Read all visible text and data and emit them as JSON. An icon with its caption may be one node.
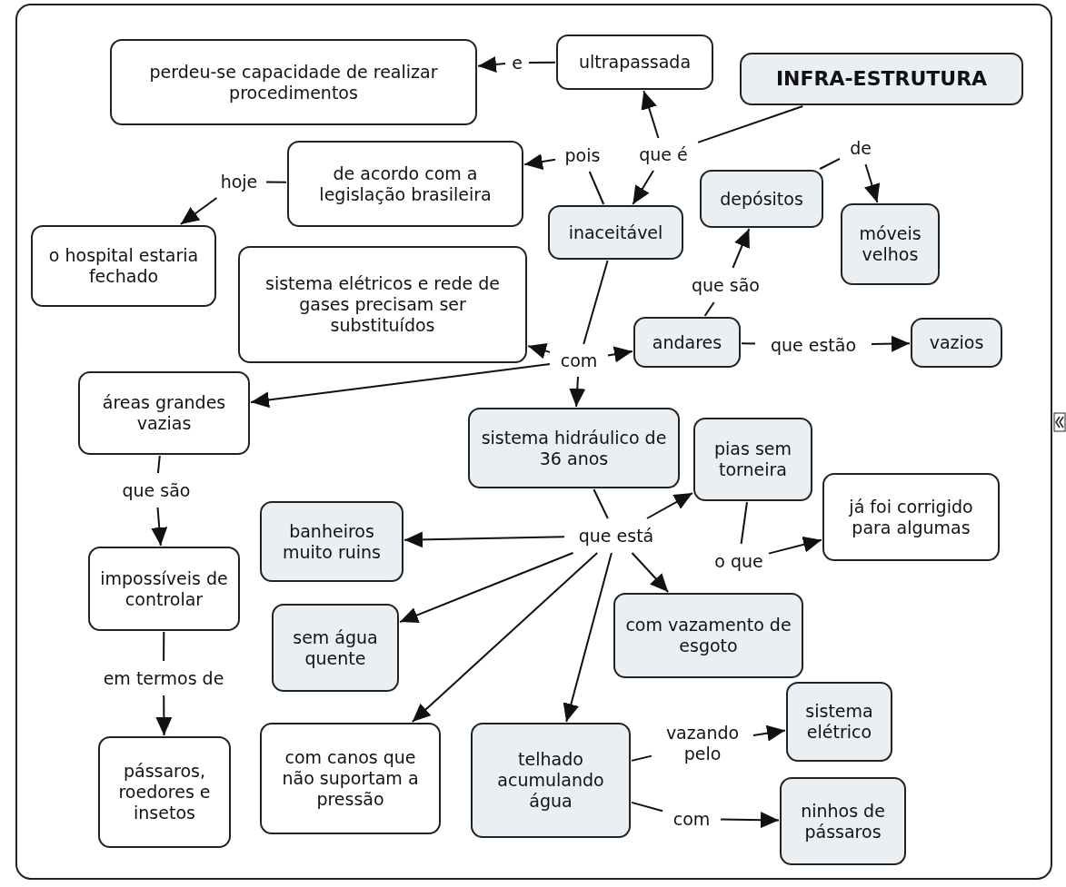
{
  "diagram": {
    "nodes": [
      {
        "text": [
          "INFRA-ESTRUTURA"
        ]
      },
      {
        "text": [
          "que é"
        ]
      },
      {
        "text": [
          "ultrapassada"
        ]
      },
      {
        "text": [
          "e"
        ]
      },
      {
        "text": [
          "perdeu-se capacidade de realizar procedimentos"
        ]
      },
      {
        "text": [
          "inaceitável"
        ]
      },
      {
        "text": [
          "pois"
        ]
      },
      {
        "text": [
          "de acordo com a legislação brasileira"
        ]
      },
      {
        "text": [
          "hoje"
        ]
      },
      {
        "text": [
          "o hospital estaria fechado"
        ]
      },
      {
        "text": [
          "depósitos"
        ]
      },
      {
        "text": [
          "de"
        ]
      },
      {
        "text": [
          "móveis velhos"
        ]
      },
      {
        "text": [
          "que são"
        ]
      },
      {
        "text": [
          "andares"
        ]
      },
      {
        "text": [
          "que estão"
        ]
      },
      {
        "text": [
          "vazios"
        ]
      },
      {
        "text": [
          "com"
        ]
      },
      {
        "text": [
          "sistema elétricos e rede de gases precisam ser substituídos"
        ]
      },
      {
        "text": [
          "áreas grandes vazias"
        ]
      },
      {
        "text": [
          "que são"
        ]
      },
      {
        "text": [
          "impossíveis de controlar"
        ]
      },
      {
        "text": [
          "em termos de"
        ]
      },
      {
        "text": [
          "pássaros, roedores e insetos"
        ]
      },
      {
        "text": [
          "sistema hidráulico de 36 anos"
        ]
      },
      {
        "text": [
          "que está"
        ]
      },
      {
        "text": [
          "pias sem torneira"
        ]
      },
      {
        "text": [
          "o que"
        ]
      },
      {
        "text": [
          "já foi corrigido para algumas"
        ]
      },
      {
        "text": [
          "banheiros muito ruins"
        ]
      },
      {
        "text": [
          "com vazamento de esgoto"
        ]
      },
      {
        "text": [
          "sem água quente"
        ]
      },
      {
        "text": [
          "com canos que não suportam a pressão"
        ]
      },
      {
        "text": [
          "telhado acumulando água"
        ]
      },
      {
        "text": [
          "vazando pelo"
        ]
      },
      {
        "text": [
          "sistema elétrico"
        ]
      },
      {
        "text": [
          "com"
        ]
      },
      {
        "text": [
          "ninhos de pássaros"
        ]
      }
    ],
    "edges": [
      {
        "from": 0,
        "to": 1,
        "arrow": "none"
      },
      {
        "from": 1,
        "to": 2,
        "arrow": "to"
      },
      {
        "from": 1,
        "to": 5,
        "arrow": "to"
      },
      {
        "from": 2,
        "to": 3,
        "arrow": "none"
      },
      {
        "from": 3,
        "to": 4,
        "arrow": "to"
      },
      {
        "from": 5,
        "to": 6,
        "arrow": "none"
      },
      {
        "from": 6,
        "to": 7,
        "arrow": "to"
      },
      {
        "from": 7,
        "to": 8,
        "arrow": "none"
      },
      {
        "from": 8,
        "to": 9,
        "arrow": "to"
      },
      {
        "from": 5,
        "to": 17,
        "arrow": "none"
      },
      {
        "from": 17,
        "to": 18,
        "arrow": "to"
      },
      {
        "from": 17,
        "to": 14,
        "arrow": "to"
      },
      {
        "from": 17,
        "to": 24,
        "arrow": "to"
      },
      {
        "from": 17,
        "to": 19,
        "arrow": "to"
      },
      {
        "from": 14,
        "to": 13,
        "arrow": "none"
      },
      {
        "from": 13,
        "to": 10,
        "arrow": "to"
      },
      {
        "from": 10,
        "to": 11,
        "arrow": "none"
      },
      {
        "from": 11,
        "to": 12,
        "arrow": "to"
      },
      {
        "from": 14,
        "to": 15,
        "arrow": "none"
      },
      {
        "from": 15,
        "to": 16,
        "arrow": "to"
      },
      {
        "from": 19,
        "to": 20,
        "arrow": "none"
      },
      {
        "from": 20,
        "to": 21,
        "arrow": "to"
      },
      {
        "from": 21,
        "to": 22,
        "arrow": "none"
      },
      {
        "from": 22,
        "to": 23,
        "arrow": "to"
      },
      {
        "from": 24,
        "to": 25,
        "arrow": "none"
      },
      {
        "from": 25,
        "to": 26,
        "arrow": "to"
      },
      {
        "from": 25,
        "to": 29,
        "arrow": "to"
      },
      {
        "from": 25,
        "to": 30,
        "arrow": "to"
      },
      {
        "from": 25,
        "to": 31,
        "arrow": "to"
      },
      {
        "from": 25,
        "to": 32,
        "arrow": "to"
      },
      {
        "from": 25,
        "to": 33,
        "arrow": "to"
      },
      {
        "from": 26,
        "to": 27,
        "arrow": "none"
      },
      {
        "from": 27,
        "to": 28,
        "arrow": "to"
      },
      {
        "from": 33,
        "to": 34,
        "arrow": "none"
      },
      {
        "from": 34,
        "to": 35,
        "arrow": "to"
      },
      {
        "from": 33,
        "to": 36,
        "arrow": "none"
      },
      {
        "from": 36,
        "to": 37,
        "arrow": "to"
      }
    ]
  }
}
